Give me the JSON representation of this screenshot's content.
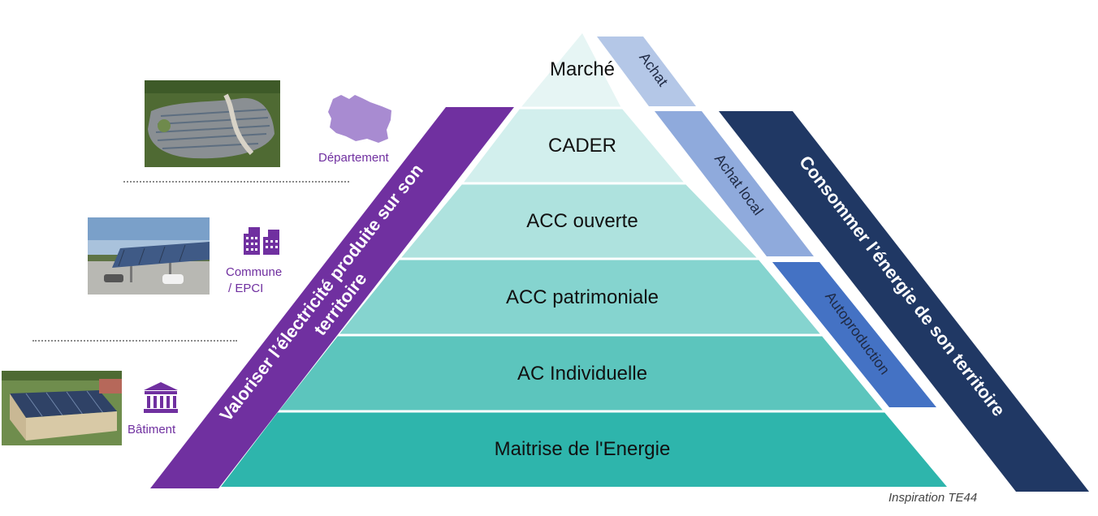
{
  "pyramid": {
    "levels": [
      {
        "label": "Marché",
        "color": "#e6f5f4"
      },
      {
        "label": "CADER",
        "color": "#d2efed"
      },
      {
        "label": "ACC ouverte",
        "color": "#aee2de"
      },
      {
        "label": "ACC patrimoniale",
        "color": "#85d4cf"
      },
      {
        "label": "AC Individuelle",
        "color": "#5cc5bd"
      },
      {
        "label": "Maitrise de l'Energie",
        "color": "#2eb5ac"
      }
    ]
  },
  "bands": {
    "valoriser": {
      "label_line1": "Valoriser l’électricité produite sur son",
      "label_line2": "territoire",
      "color": "#7030a0"
    },
    "achat": {
      "label": "Achat",
      "color": "#b4c7e7"
    },
    "achat_local": {
      "label": "Achat local",
      "color": "#8faadc"
    },
    "autoproduction": {
      "label": "Autoproduction",
      "color": "#4472c4"
    },
    "consommer": {
      "label": "Consommer l’énergie de son territoire",
      "color": "#203864"
    }
  },
  "scales": [
    {
      "label": "Département",
      "icon": "region-map-icon"
    },
    {
      "label_line1": "Commune",
      "label_line2": "/ EPCI",
      "icon": "buildings-icon"
    },
    {
      "label": "Bâtiment",
      "icon": "public-building-icon"
    }
  ],
  "accent_color": "#7030a0",
  "credit": "Inspiration TE44"
}
